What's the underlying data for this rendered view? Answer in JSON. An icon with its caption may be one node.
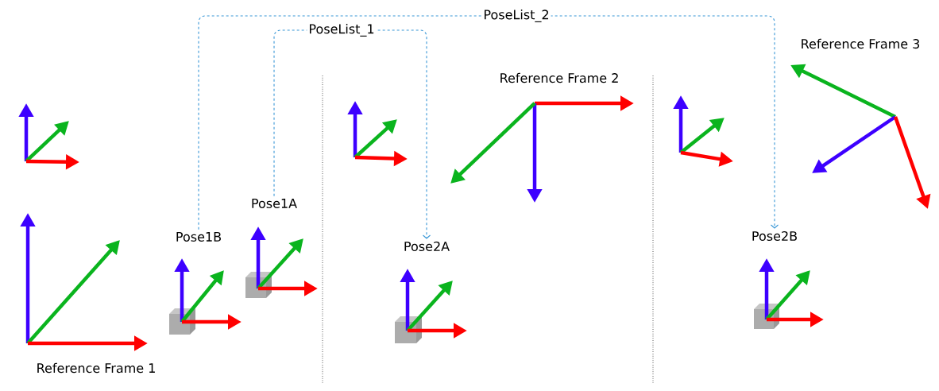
{
  "diagram": {
    "nodes": [
      {
        "text": [
          "Pose1B"
        ]
      },
      {
        "text": [
          "Pose1A"
        ]
      },
      {
        "text": [
          "Pose2A"
        ]
      },
      {
        "text": [
          "Pose2B"
        ]
      }
    ],
    "edges": [
      {
        "from": 1,
        "to": 2,
        "arrow": "to",
        "label": "PoseList_1",
        "style": "dashed"
      },
      {
        "from": 0,
        "to": 3,
        "arrow": "to",
        "label": "PoseList_2",
        "style": "dashed"
      }
    ],
    "labels": [
      "Reference Frame 1",
      "Reference Frame 2",
      "Reference Frame 3"
    ]
  }
}
